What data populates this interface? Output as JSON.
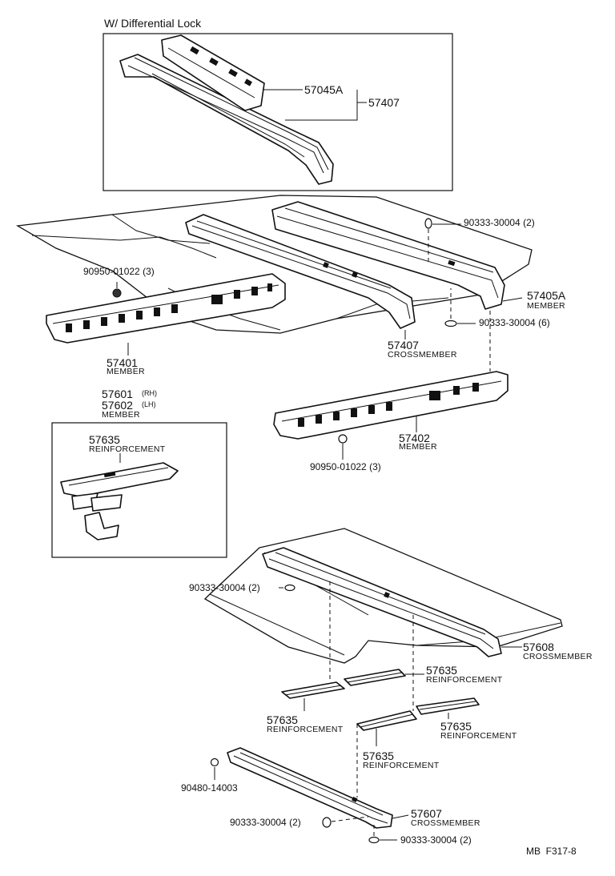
{
  "diagram": {
    "title": "W/ Differential Lock",
    "inset_parts": {
      "p57045a": "57045A",
      "p57407": "57407"
    },
    "labels": {
      "p90333_2_top": "90333-30004 (2)",
      "p90950_left": "90950-01022 (3)",
      "p57405a": "57405A",
      "p57405a_name": "MEMBER",
      "p90333_6": "90333-30004 (6)",
      "p57401": "57401",
      "p57401_name": "MEMBER",
      "p57407": "57407",
      "p57407_name": "CROSSMEMBER",
      "p57601": "57601",
      "p57601_side": "(RH)",
      "p57602": "57602",
      "p57602_side": "(LH)",
      "p5760x_name": "MEMBER",
      "p57635_box": "57635",
      "p57635_box_name": "REINFORCEMENT",
      "p57402": "57402",
      "p57402_name": "MEMBER",
      "p90950_mid": "90950-01022 (3)",
      "p90333_2_mid": "90333-30004 (2)",
      "p57608": "57608",
      "p57608_name": "CROSSMEMBER",
      "p57635_a": "57635",
      "p57635_a_name": "REINFORCEMENT",
      "p57635_b": "57635",
      "p57635_b_name": "REINFORCEMENT",
      "p57635_c": "57635",
      "p57635_c_name": "REINFORCEMENT",
      "p57635_d": "57635",
      "p57635_d_name": "REINFORCEMENT",
      "p90480": "90480-14003",
      "p57607": "57607",
      "p57607_name": "CROSSMEMBER",
      "p90333_2_bl": "90333-30004 (2)",
      "p90333_2_br": "90333-30004 (2)",
      "ref_code": "MB  F317-8"
    }
  }
}
